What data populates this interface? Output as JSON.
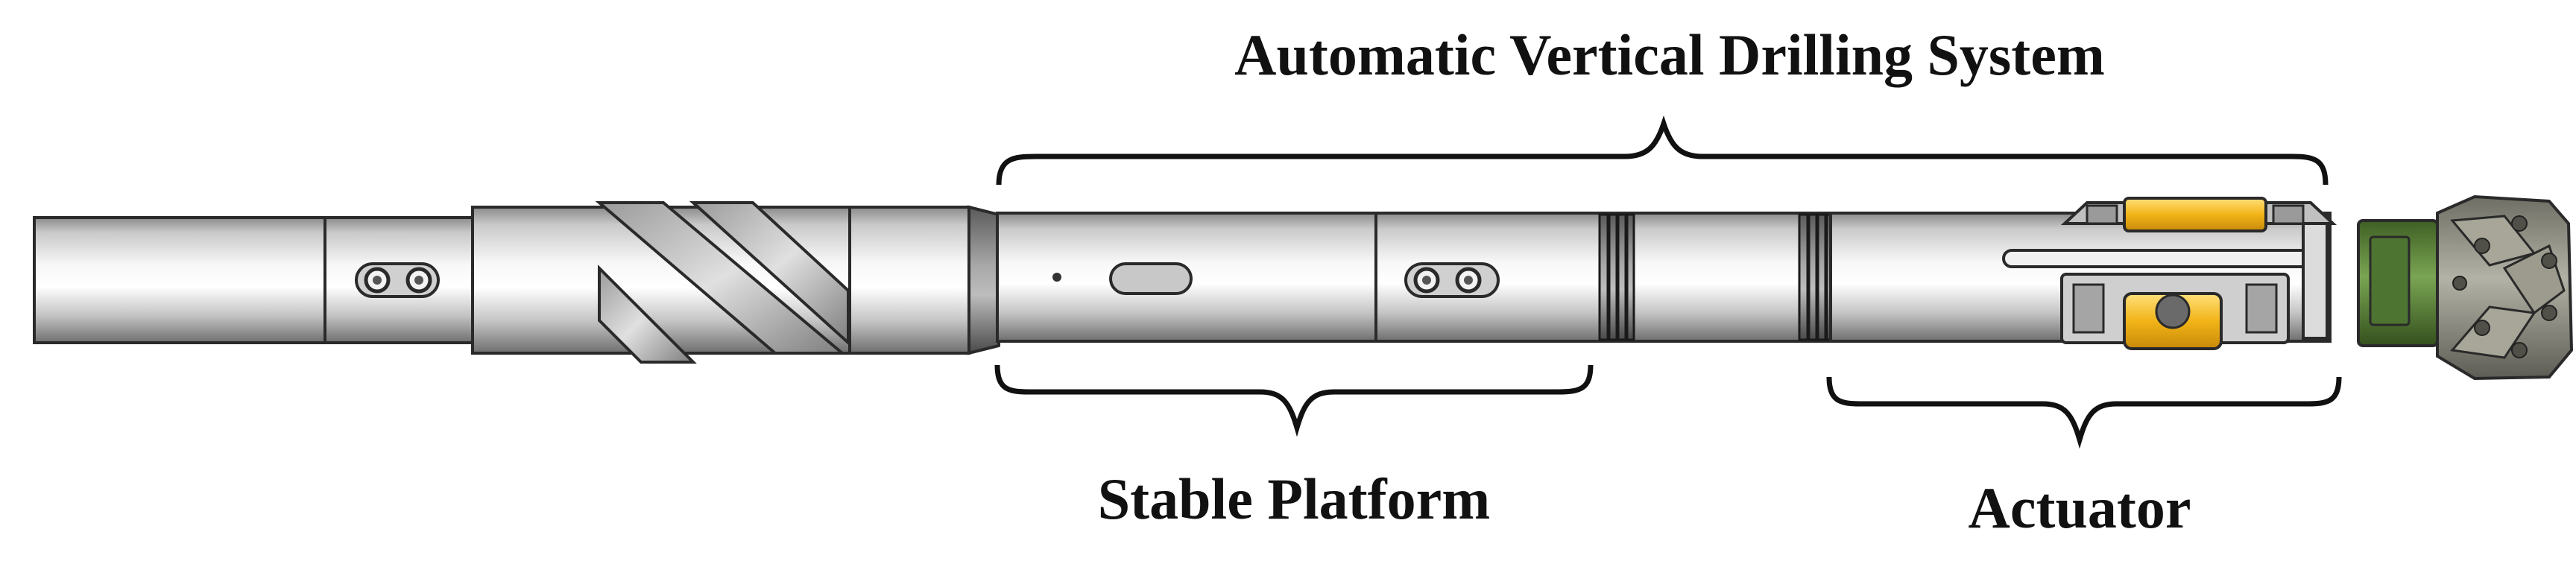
{
  "labels": {
    "system": "Automatic Vertical Drilling System",
    "platform": "Stable Platform",
    "actuator": "Actuator"
  },
  "colors": {
    "steel_light": "#f4f4f4",
    "steel_mid": "#c4c4c4",
    "steel_dark": "#7a7a7a",
    "outline": "#2a2a2a",
    "accent_yellow": "#f2b418",
    "bit_green": "#5f8a3c",
    "bit_body": "#8d8c80"
  }
}
